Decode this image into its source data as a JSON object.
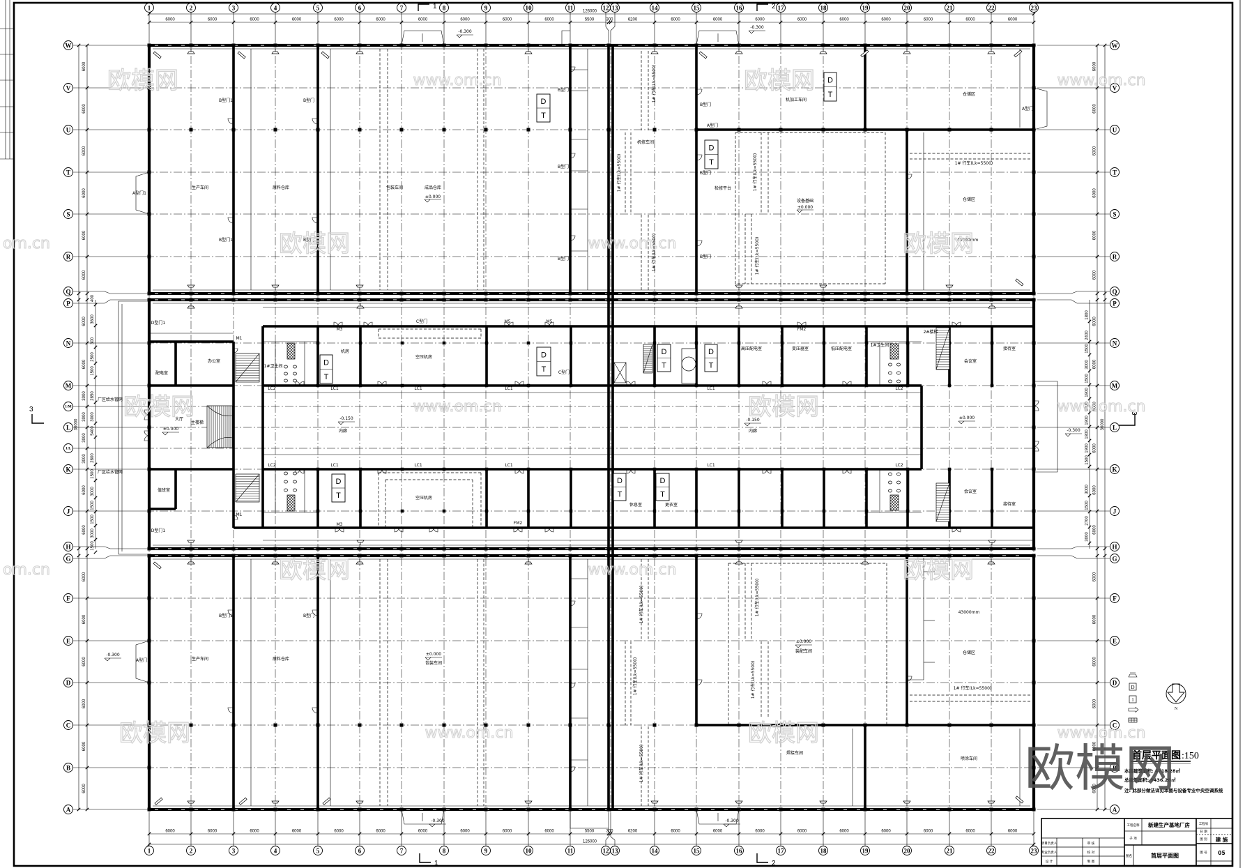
{
  "drawing": {
    "title": "首层平面图",
    "scale": "1:150",
    "floor_area": "本层建筑面积: 4718.28㎡",
    "total_area": "总建筑面积: 9436.28㎡",
    "note": "注: 此部分做法详见本图与设备专业中央空调系统"
  },
  "grid": {
    "columns": [
      "1",
      "2",
      "3",
      "4",
      "5",
      "6",
      "7",
      "8",
      "9",
      "10",
      "11",
      "12",
      "13",
      "14",
      "15",
      "16",
      "17",
      "18",
      "19",
      "20",
      "21",
      "22",
      "23"
    ],
    "rows_left": [
      "W",
      "V",
      "U",
      "T",
      "S",
      "R",
      "Q",
      "P",
      "N",
      "M",
      "1/M",
      "L",
      "1/L",
      "K",
      "J",
      "H",
      "G",
      "F",
      "E",
      "D",
      "C",
      "B",
      "A"
    ],
    "rows_right": [
      "W",
      "V",
      "U",
      "T",
      "S",
      "R",
      "Q",
      "P",
      "N",
      "M",
      "L",
      "K",
      "J",
      "H",
      "G",
      "F",
      "E",
      "D",
      "C",
      "B",
      "A"
    ]
  },
  "dimensions": {
    "top_bays": [
      "6000",
      "6000",
      "6000",
      "6000",
      "6000",
      "6000",
      "6000",
      "6000",
      "6000",
      "6000",
      "5500",
      "300",
      "6200",
      "6000",
      "6000",
      "6000",
      "6000",
      "6000",
      "6000",
      "6000",
      "6000",
      "6000"
    ],
    "top_total": "126000",
    "bottom_bays": [
      "6000",
      "6000",
      "6000",
      "6000",
      "6000",
      "6000",
      "6000",
      "6000",
      "6000",
      "6000",
      "5500",
      "300",
      "6200",
      "6000",
      "6000",
      "6000",
      "6000",
      "6000",
      "6000",
      "6000",
      "6000",
      "6000"
    ],
    "bottom_total": "126000",
    "left_upper": [
      "6000",
      "6000",
      "6000",
      "6000",
      "6000",
      "6000"
    ],
    "left_middle": [
      "6000",
      "6000",
      "3000",
      "3000",
      "3000",
      "3000",
      "6000",
      "6000"
    ],
    "left_middle_total": "36000",
    "left_middle_detail": [
      "400",
      "3600",
      "300",
      "2500",
      "1500",
      "2850",
      "3000",
      "5400",
      "2800",
      "1500",
      "3000",
      "1500",
      "1500",
      "3000",
      "1500"
    ],
    "left_lower": [
      "6000",
      "6000",
      "6000",
      "6000",
      "6000",
      "6000"
    ],
    "right_upper": [
      "6000",
      "6000",
      "6000",
      "6000",
      "6000",
      "6000"
    ],
    "right_middle": [
      "6000",
      "6000",
      "6000",
      "6000",
      "6000",
      "6000"
    ],
    "right_middle_total": "36000",
    "right_middle_detail": [
      "1800",
      "2400",
      "1500",
      "3000",
      "1500",
      "1900",
      "1800",
      "1900",
      "1800",
      "1900",
      "1500",
      "3000",
      "1500",
      "2700",
      "3000"
    ],
    "right_lower": [
      "6000",
      "6000",
      "6000",
      "6000",
      "6000",
      "6000"
    ]
  },
  "section_marks": [
    "1",
    "2",
    "1",
    "2",
    "3",
    "3"
  ],
  "labels": [
    "生产车间",
    "原料仓库",
    "包装车间",
    "成品仓库",
    "±0.000",
    "B型门1",
    "B型门1",
    "B型门",
    "B型门",
    "A型门1",
    "B型门",
    "B型门",
    "B型门",
    "B型门",
    "B型门",
    "B型门",
    "A型门",
    "机修车间",
    "机加工车间",
    "仓储区",
    "A型门",
    "1# 行车(Lk=5500)",
    "1# 行车(Lk=5500)",
    "1# 行车(Lk=5500)",
    "1# 行车(Lk=5500)",
    "1# 行车(Lk=5500)",
    "1# 行车(Lk=5500)",
    "43000mm",
    "设备基础",
    "±0.000",
    "检修平台",
    "仓储区",
    "-0.300",
    "-0.300",
    "大厅",
    "主楼梯",
    "±0.000",
    "配电室",
    "办公室",
    "值班室",
    "机房",
    "内廊",
    "-0.150",
    "空压机房",
    "空压机房",
    "高压配电室",
    "变压器室",
    "低压配电室",
    "内廊",
    "-0.150",
    "休息室",
    "更衣室",
    "±0.000",
    "1#卫生间",
    "1#卫生间",
    "2#楼梯",
    "会议室",
    "接待室",
    "会议室",
    "接待室",
    "生产车间",
    "原料仓库",
    "±0.000",
    "包装车间",
    "A型门1",
    "-0.300",
    "±0.000",
    "装配车间",
    "43000mm",
    "仓储区",
    "焊接车间",
    "喷涂车间",
    "1# 行车(Lk=5500)",
    "1# 行车(Lk=5500)",
    "1# 行车(Lk=5500)",
    "1# 行车(Lk=5500)",
    "1# 行车(Lk=5500)",
    "1# 行车(Lk=5500)",
    "-0.300",
    "-0.300",
    "-0.300",
    "D型门1",
    "D型门1",
    "LC2",
    "LC1",
    "LC1",
    "LC1",
    "LC1",
    "LC2",
    "LC2",
    "LC1",
    "LC1",
    "LC1",
    "LC1",
    "LC2",
    "M1",
    "M1",
    "M3",
    "M3",
    "FM2",
    "FM2",
    "M5",
    "M5",
    "C型门",
    "C型门",
    "厂区给水管网",
    "厂区给水管网",
    "B型门1",
    "B型门"
  ],
  "elevators": [
    {
      "top": "D",
      "bottom": "T"
    },
    {
      "top": "D",
      "bottom": "T"
    },
    {
      "top": "D",
      "bottom": "T"
    },
    {
      "top": "D",
      "bottom": "T"
    },
    {
      "top": "D",
      "bottom": "T"
    },
    {
      "top": "D",
      "bottom": "T"
    },
    {
      "top": "D",
      "bottom": "T"
    },
    {
      "top": "D",
      "bottom": "T"
    },
    {
      "top": "D",
      "bottom": "T"
    },
    {
      "top": "D",
      "bottom": "T"
    }
  ],
  "legend": {
    "box_d": "D",
    "box_1": "1",
    "north_label": "N"
  },
  "title_block": {
    "project_label": "工程名称",
    "project_name": "新建生产基地厂房",
    "subitem_label": "子 项",
    "drawing_label": "图名",
    "drawing_name": "首层平面图",
    "job_no_label": "工程号",
    "date_label": "日 期",
    "category_label": "图 别",
    "category_value": "建 施",
    "sheet_label": "图 号",
    "sheet_value": "05",
    "roles": [
      "项目负责人",
      "专业负责人",
      "设 计"
    ],
    "checks": [
      "审 核",
      "校 对",
      "制 图"
    ]
  },
  "watermarks": {
    "brand": "欧模网",
    "url": "www.om.cn",
    "url_partial": "om.cn"
  }
}
